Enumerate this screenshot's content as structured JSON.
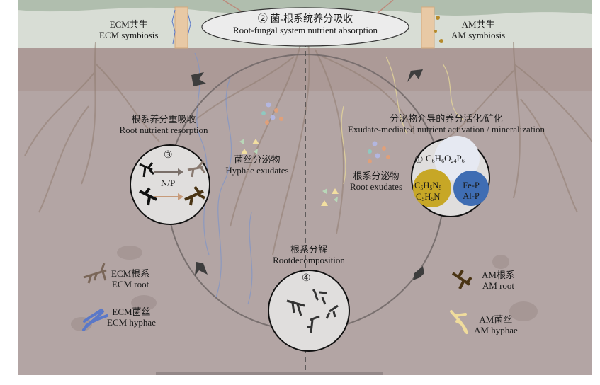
{
  "top": {
    "ecm_symbiosis": {
      "zh": "ECM共生",
      "en": "ECM symbiosis"
    },
    "am_symbiosis": {
      "zh": "AM共生",
      "en": "AM symbiosis"
    },
    "process_2": {
      "number": "②",
      "zh": "菌-根系统养分吸收",
      "en": "Root-fungal system nutrient absorption"
    }
  },
  "processes": {
    "resorption": {
      "number": "③",
      "zh": "根系养分重吸收",
      "en": "Root nutrient resorption",
      "inner_label": "N/P"
    },
    "activation": {
      "number": "①",
      "zh": "分泌物介导的养分活化/矿化",
      "en": "Exudate-mediated nutrient activation / mineralization",
      "formula_top": "C6H6O24P6",
      "formula_yellow": [
        "C5H5N5",
        "C5H5N"
      ],
      "formula_blue": [
        "Fe-P",
        "Al-P"
      ]
    },
    "decomposition": {
      "number": "④",
      "zh": "根系分解",
      "en": "Rootdecomposition"
    }
  },
  "exudates": {
    "hyphae": {
      "zh": "菌丝分泌物",
      "en": "Hyphae exudates"
    },
    "root": {
      "zh": "根系分泌物",
      "en": "Root exudates"
    }
  },
  "legend": {
    "ecm_root": {
      "zh": "ECM根系",
      "en": "ECM root",
      "icon": "ecm-root-icon",
      "color": "#7a6658"
    },
    "ecm_hyphae": {
      "zh": "ECM菌丝",
      "en": "ECM hyphae",
      "icon": "ecm-hyphae-icon",
      "color": "#5a78c8"
    },
    "am_root": {
      "zh": "AM根系",
      "en": "AM root",
      "icon": "am-root-icon",
      "color": "#4a3414"
    },
    "am_hyphae": {
      "zh": "AM菌丝",
      "en": "AM hyphae",
      "icon": "am-hyphae-icon",
      "color": "#f0dc9c"
    }
  },
  "colors": {
    "soil": "#b3a5a4",
    "soil_top": "#a6928f",
    "sky_band": "#dfe3dc",
    "circle_fill": "#e0dedd",
    "cycle_arrow": "#555555",
    "yellow_pool": "#c7a726",
    "blue_pool": "#3f6db3"
  }
}
